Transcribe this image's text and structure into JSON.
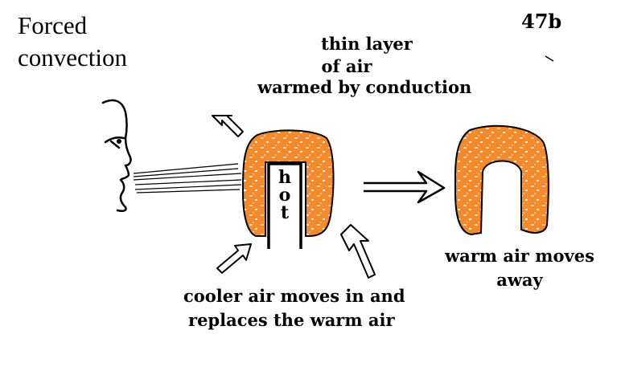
{
  "title_lines": [
    "Forced",
    "convection"
  ],
  "page_number": "47b",
  "top_label": [
    "thin layer",
    "of air",
    "warmed by conduction"
  ],
  "hot_letters": [
    "h",
    "o",
    "t"
  ],
  "bottom_label": [
    "cooler air moves in and",
    "replaces the warm air"
  ],
  "right_label": [
    "warm air moves",
    "away"
  ],
  "colors": {
    "warm_air": "#f58a2c",
    "ink": "#000000"
  }
}
